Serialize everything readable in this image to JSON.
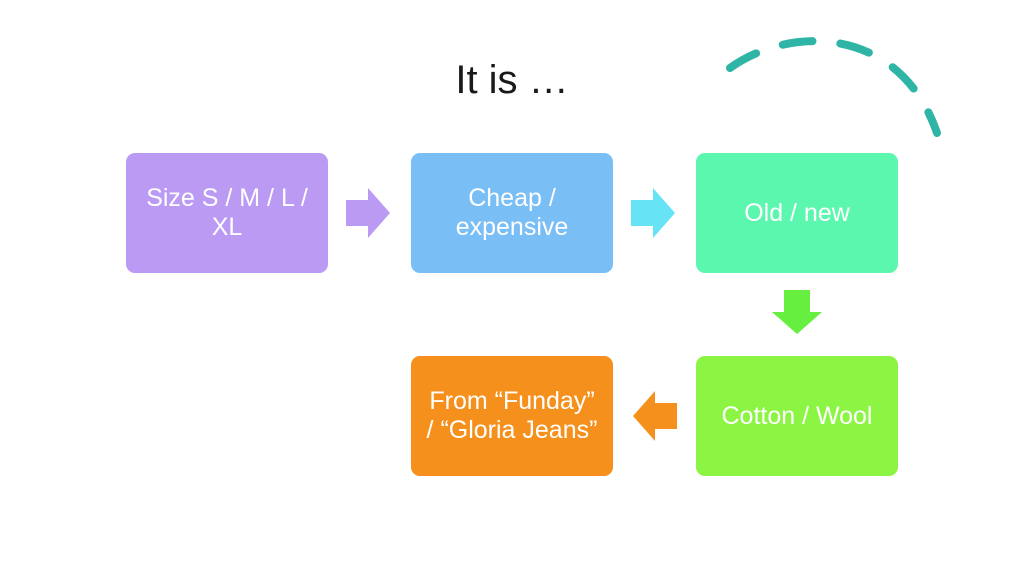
{
  "slide": {
    "title": "It is …"
  },
  "colors": {
    "size": "#BB9AF4",
    "price": "#7ABEF6",
    "age": "#5CF7AE",
    "material": "#8CF544",
    "store": "#F6901D",
    "arrow_size": "#BB9AF4",
    "arrow_price": "#66E3F5",
    "arrow_age": "#66EF3F",
    "arrow_material": "#F6901D",
    "dashed_arc": "#2FB5A5"
  },
  "flow": {
    "steps": [
      {
        "label": "Size S / M / L / XL"
      },
      {
        "label": "Cheap / expensive"
      },
      {
        "label": "Old / new"
      },
      {
        "label": "Cotton / Wool"
      },
      {
        "label": "From “Funday” / “Gloria Jeans”"
      }
    ]
  }
}
